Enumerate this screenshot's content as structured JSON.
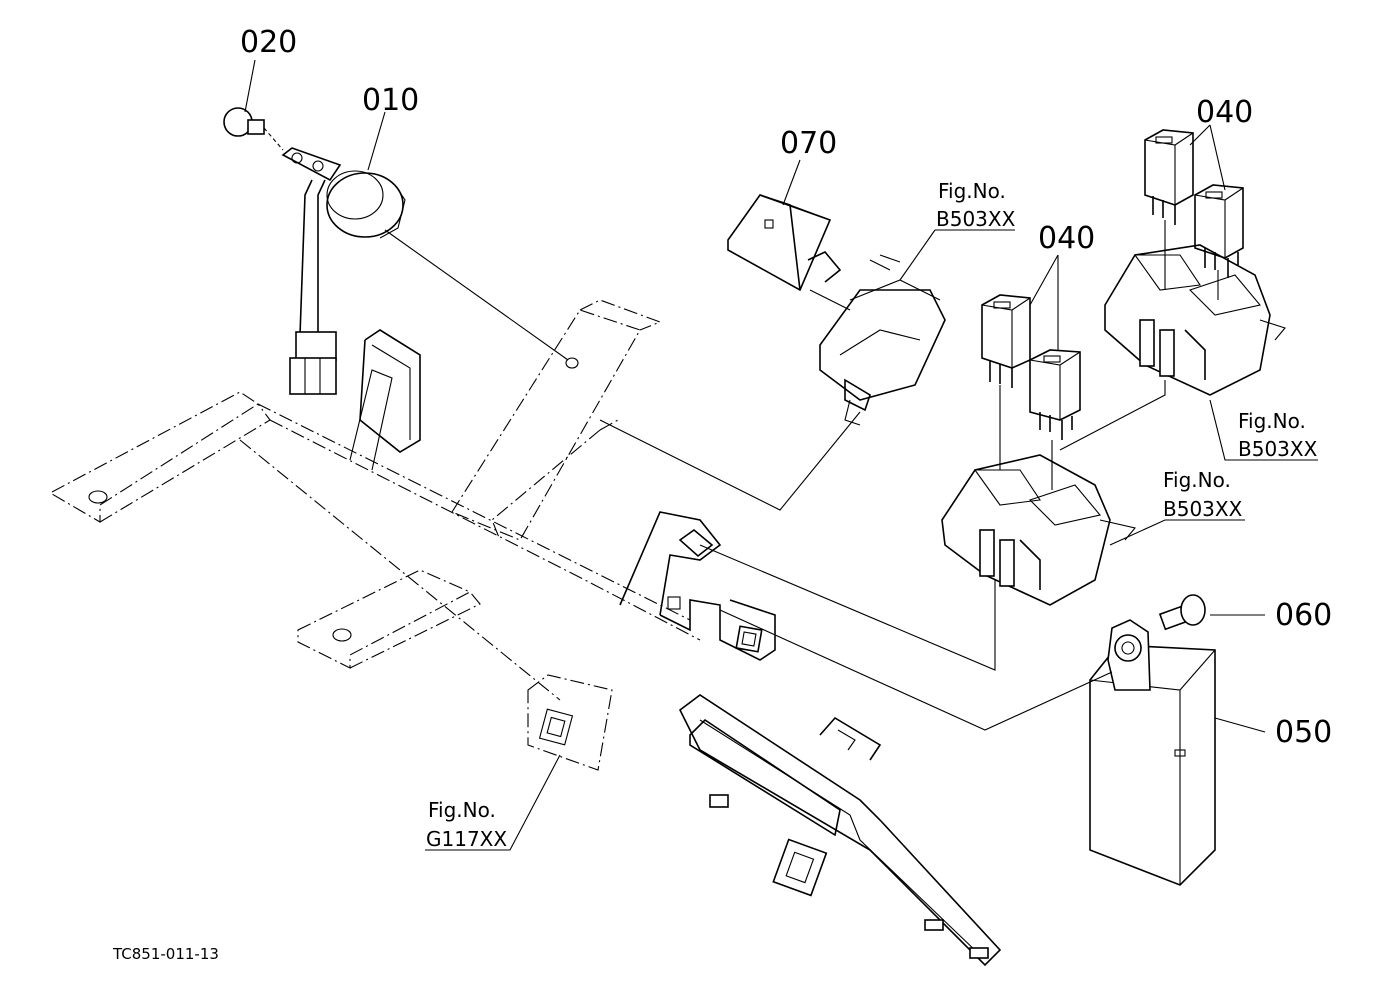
{
  "parts": {
    "p010": "010",
    "p020": "020",
    "p040a": "040",
    "p040b": "040",
    "p050": "050",
    "p060": "060",
    "p070": "070"
  },
  "figrefs": {
    "b503_top": {
      "label": "Fig.No.",
      "code": "B503XX"
    },
    "b503_right": {
      "label": "Fig.No.",
      "code": "B503XX"
    },
    "b503_mid": {
      "label": "Fig.No.",
      "code": "B503XX"
    },
    "g117": {
      "label": "Fig.No.",
      "code": "G117XX"
    }
  },
  "drawing_code": "TC851-011-13",
  "colors": {
    "line": "#000000",
    "background": "#ffffff"
  }
}
